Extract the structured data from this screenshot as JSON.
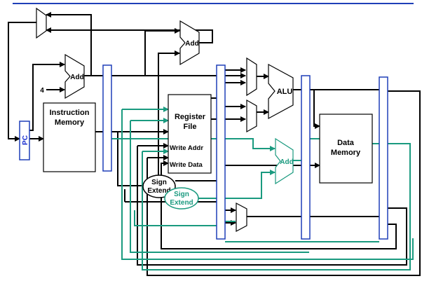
{
  "colors": {
    "top_rule": "#1f3fb8",
    "wire_main": "#000000",
    "wire_alt": "#1a9a7f",
    "pipeline_register": "#1f3fb8",
    "pc_label": "#1a2fd0"
  },
  "labels": {
    "pc": "PC",
    "pc_adder": "Add",
    "constant_four": "4",
    "instruction_memory_line1": "Instruction",
    "instruction_memory_line2": "Memory",
    "branch_adder": "Add",
    "register_file_line1": "Register",
    "register_file_line2": "File",
    "write_addr": "Write Addr",
    "write_data": "Write Data",
    "sign_extend_main_line1": "Sign",
    "sign_extend_main_line2": "Extend",
    "sign_extend_alt_line1": "Sign",
    "sign_extend_alt_line2": "Extend",
    "alu": "ALU",
    "alt_adder": "Add",
    "data_memory_line1": "Data",
    "data_memory_line2": "Memory"
  }
}
